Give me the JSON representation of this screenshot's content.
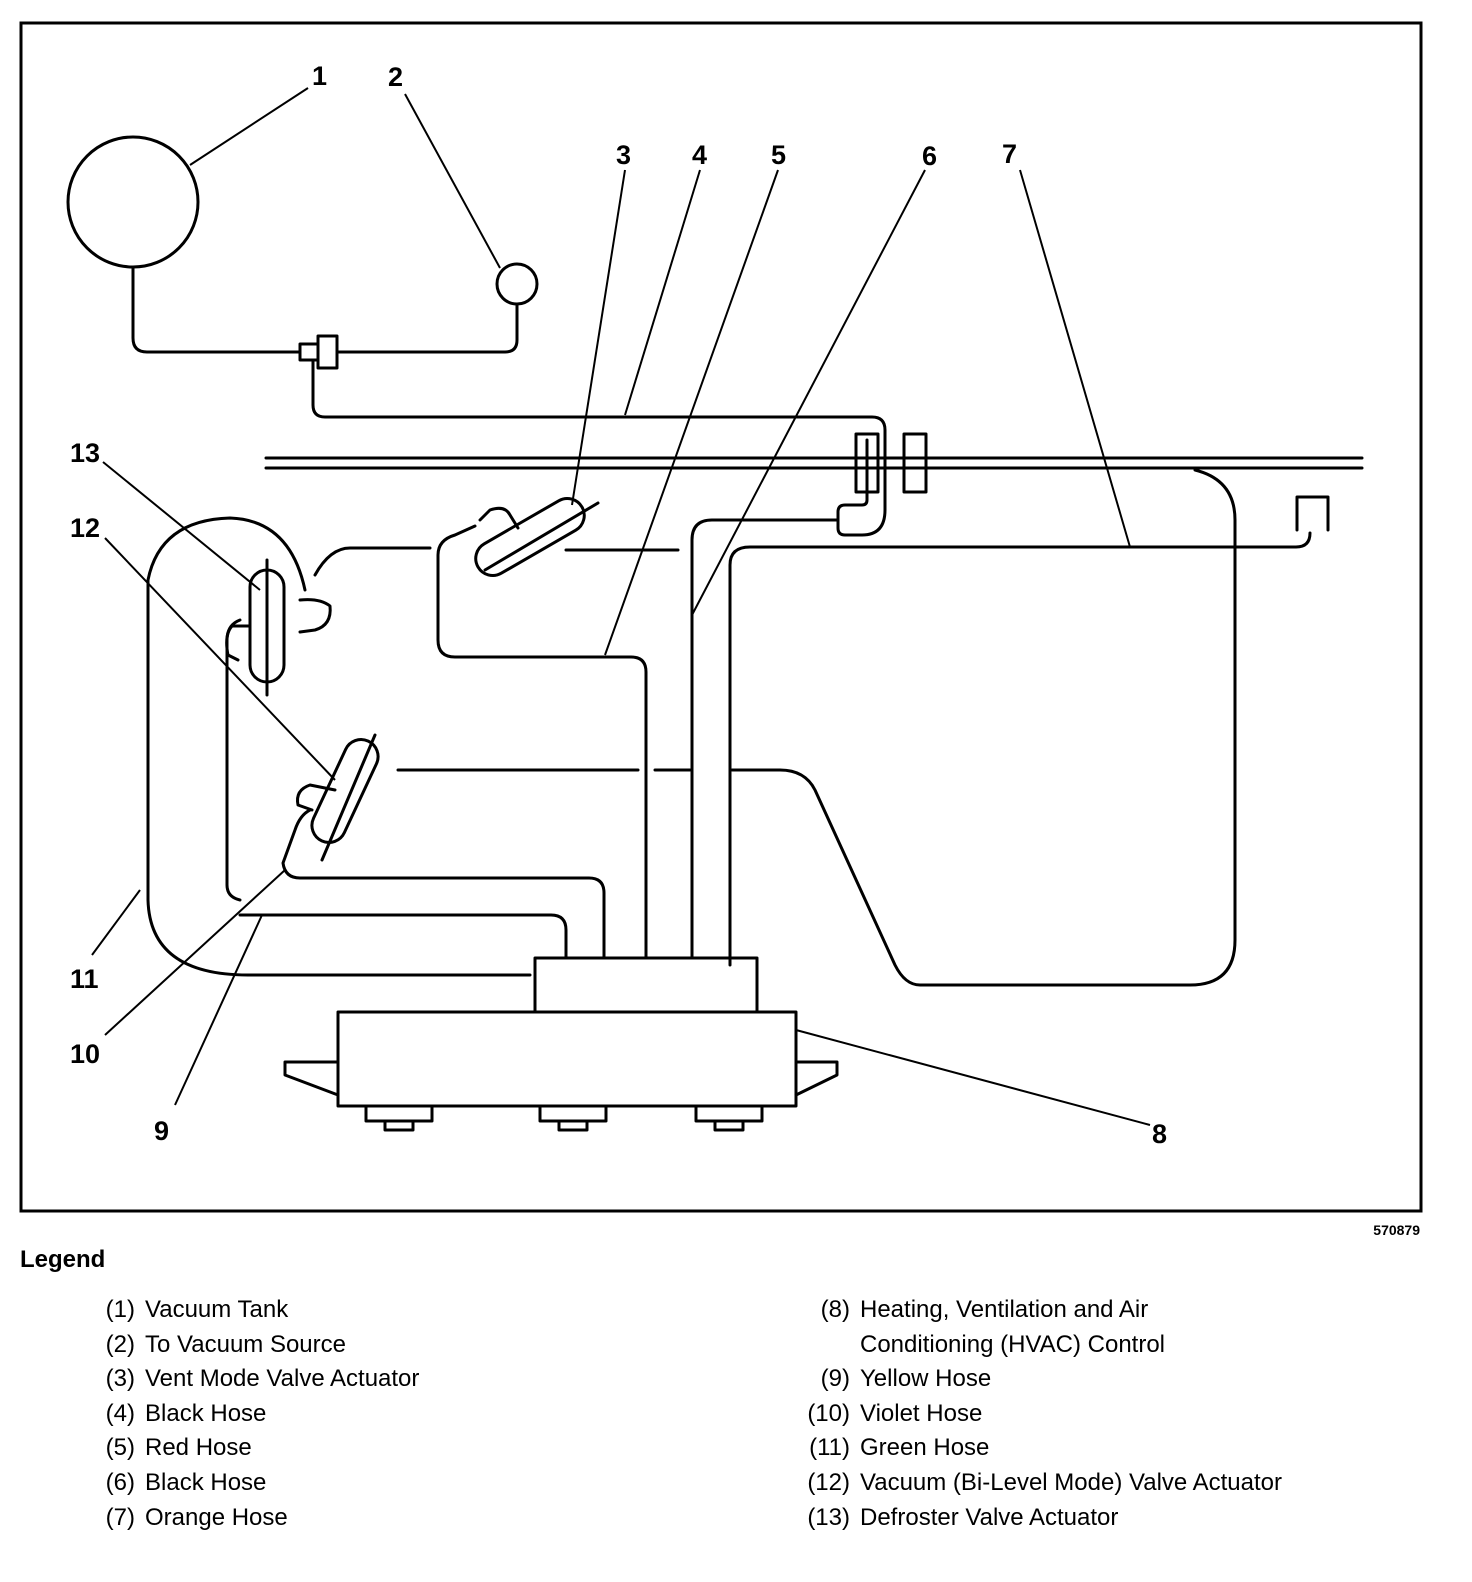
{
  "figure": {
    "id": "570879",
    "callouts": [
      {
        "n": "1"
      },
      {
        "n": "2"
      },
      {
        "n": "3"
      },
      {
        "n": "4"
      },
      {
        "n": "5"
      },
      {
        "n": "6"
      },
      {
        "n": "7"
      },
      {
        "n": "8"
      },
      {
        "n": "9"
      },
      {
        "n": "10"
      },
      {
        "n": "11"
      },
      {
        "n": "12"
      },
      {
        "n": "13"
      }
    ]
  },
  "legend": {
    "title": "Legend",
    "left": [
      {
        "code": "(1)",
        "text": "Vacuum Tank"
      },
      {
        "code": "(2)",
        "text": "To Vacuum Source"
      },
      {
        "code": "(3)",
        "text": "Vent Mode Valve Actuator"
      },
      {
        "code": "(4)",
        "text": "Black Hose"
      },
      {
        "code": "(5)",
        "text": "Red Hose"
      },
      {
        "code": "(6)",
        "text": "Black Hose"
      },
      {
        "code": "(7)",
        "text": "Orange Hose"
      }
    ],
    "right": [
      {
        "code": "(8)",
        "text": "Heating, Ventilation and Air\nConditioning (HVAC) Control"
      },
      {
        "code": "(9)",
        "text": "Yellow Hose"
      },
      {
        "code": "(10)",
        "text": "Violet Hose"
      },
      {
        "code": "(11)",
        "text": "Green Hose"
      },
      {
        "code": "(12)",
        "text": "Vacuum (Bi-Level Mode) Valve Actuator"
      },
      {
        "code": "(13)",
        "text": "Defroster Valve Actuator"
      }
    ]
  }
}
